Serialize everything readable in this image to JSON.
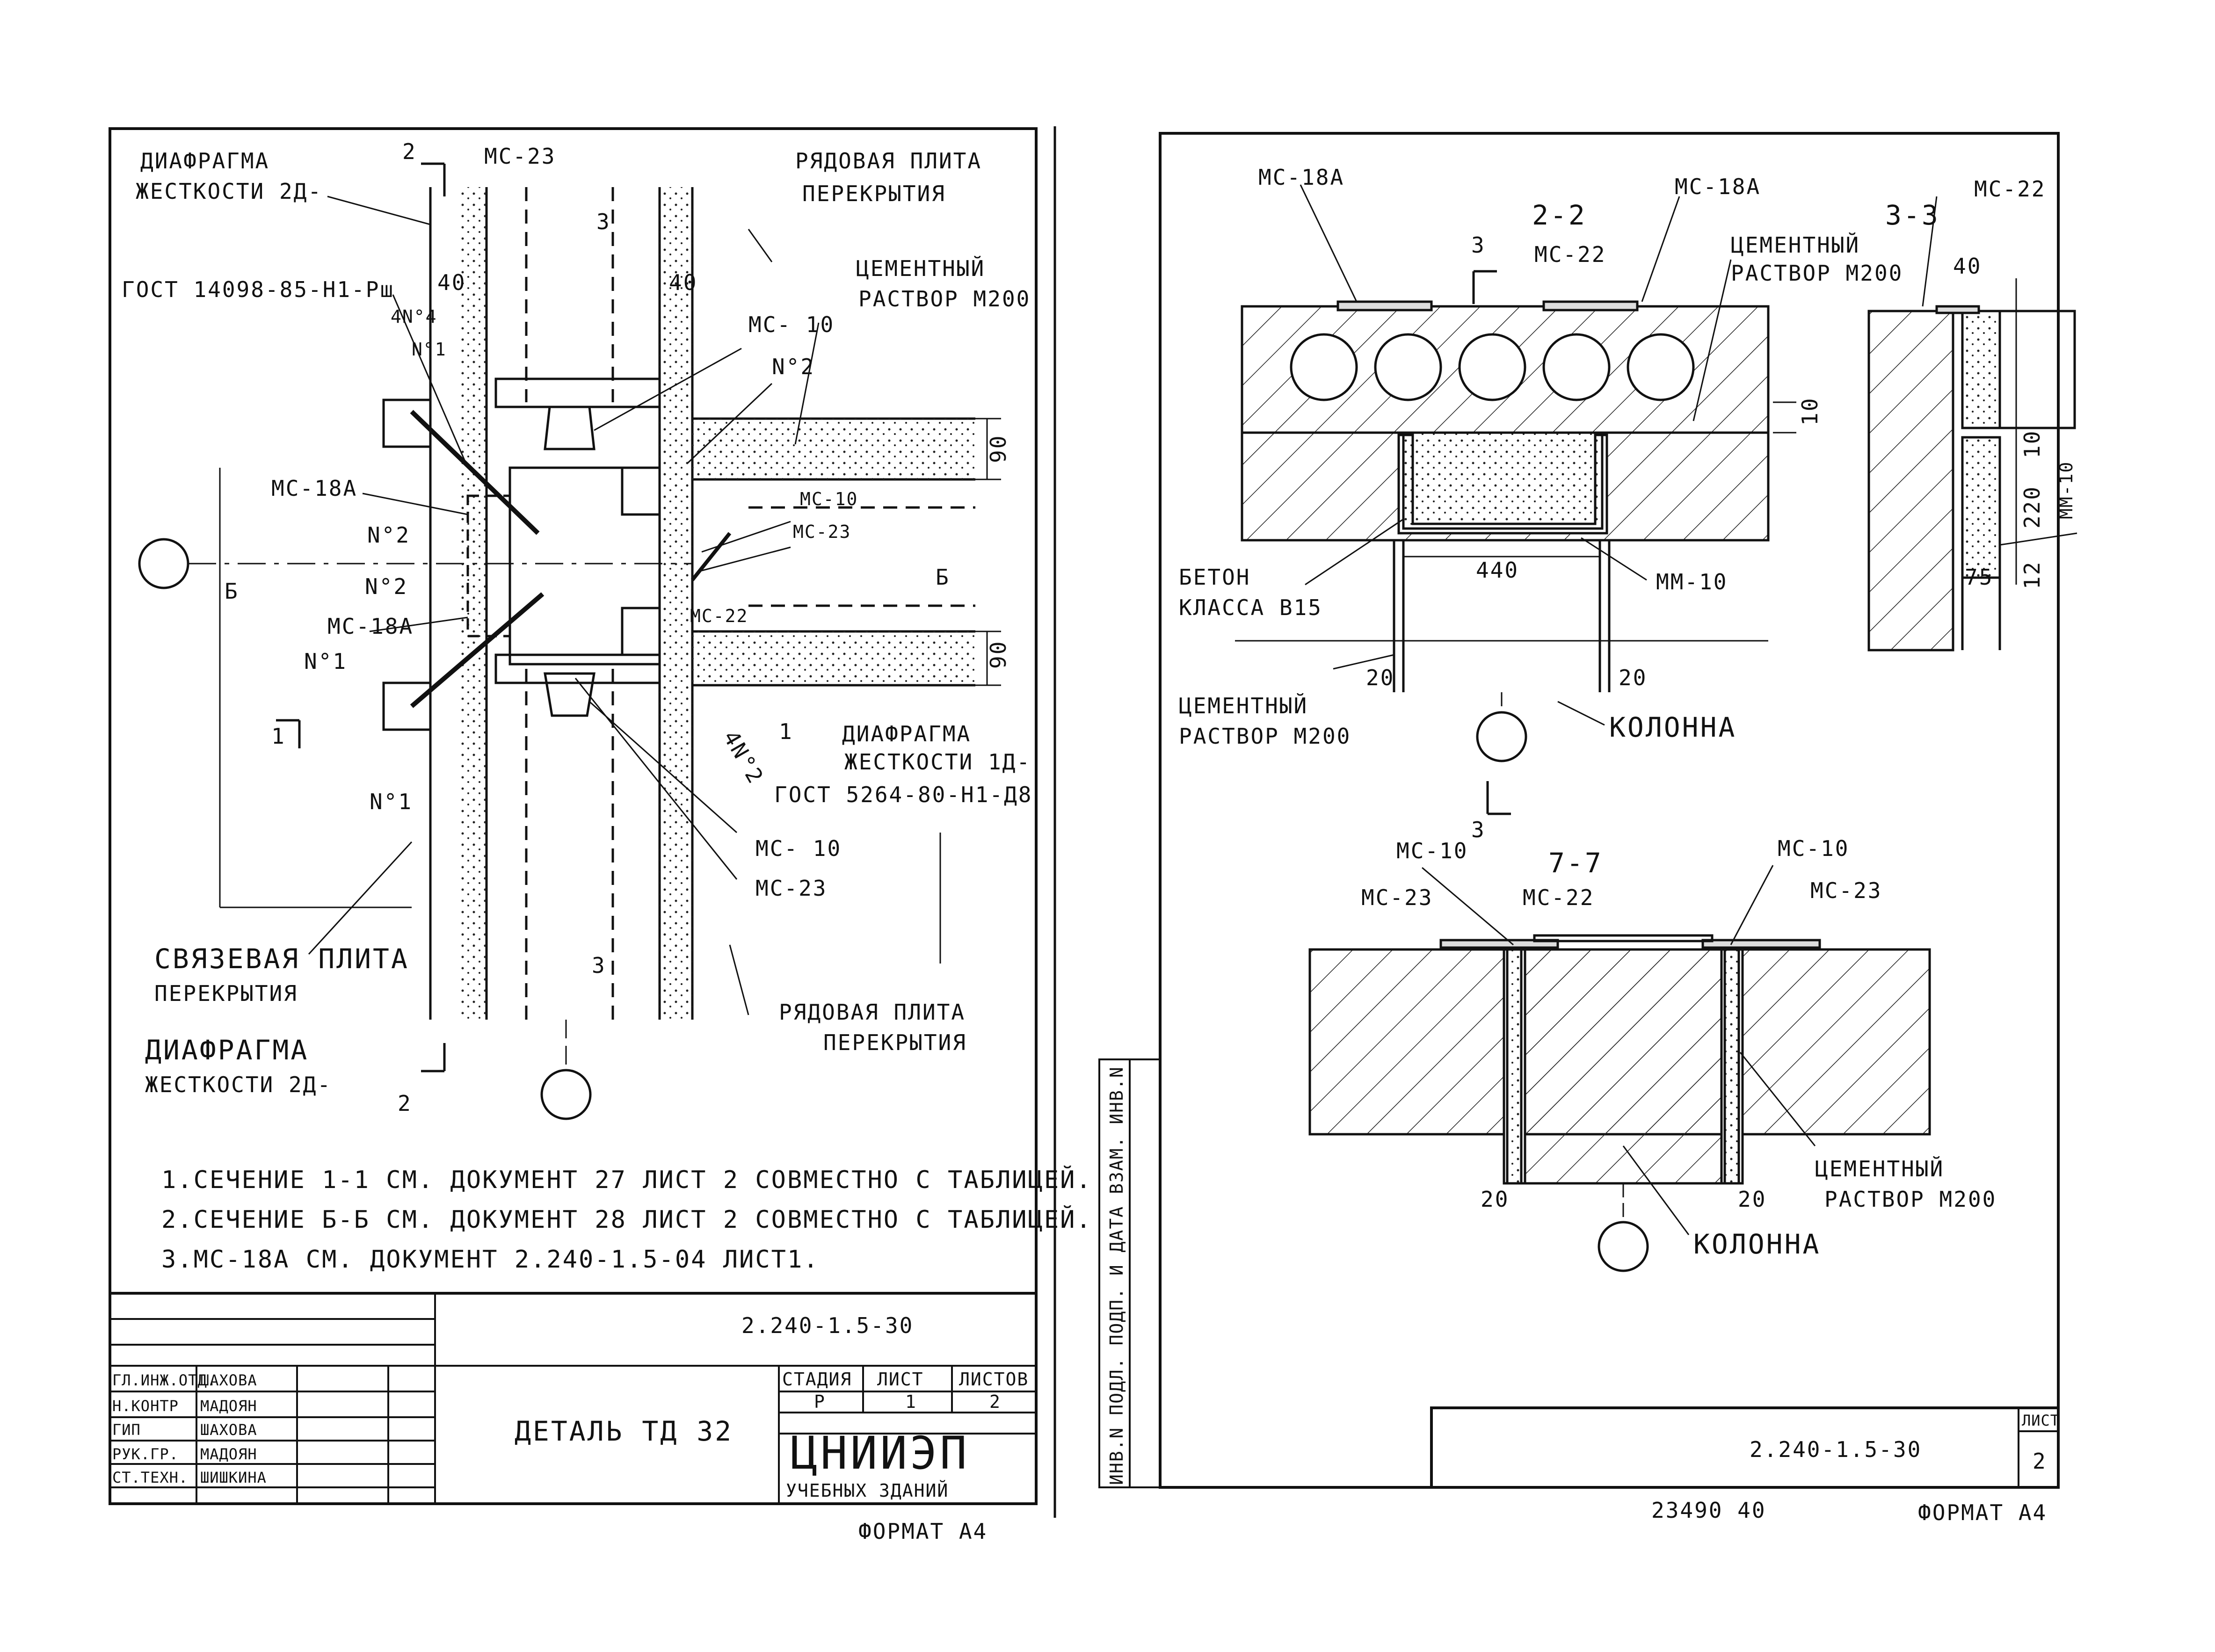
{
  "left_sheet": {
    "labels": {
      "diaphragm_2d_top_1": "ДИАФРАГМА",
      "diaphragm_2d_top_2": "ЖЕСТКОСТИ 2Д-",
      "section_2_top": "2",
      "mc23_top": "МС-23",
      "section_3_top": "3",
      "row_slab_top_1": "РЯДОВАЯ ПЛИТА",
      "row_slab_top_2": "ПЕРЕКРЫТИЯ",
      "cement_top_1": "ЦЕМЕНТНЫЙ",
      "cement_top_2": "РАСТВОР М200",
      "gost_14098": "ГОСТ 14098-85-Н1-Рш",
      "dim_40_left": "40",
      "dim_40_right": "40",
      "n1_top": "N°1",
      "n4_top": "4N°4",
      "mc10_top": "МС- 10",
      "n2_top": "N°2",
      "dim_90_top": "90",
      "mc18a_left": "МС-18А",
      "n2_mid": "N°2",
      "mc10_mid": "МС-10",
      "mc23_mid": "МС-23",
      "b_left": "Б",
      "b_right": "Б",
      "n2_lower": "N°2",
      "mc18a_lower": "МС-18А",
      "n1_lower": "N°1",
      "mc22_mid": "МС-22",
      "dim_90_bottom": "90",
      "section_1_left": "1",
      "section_1_right": "1",
      "n2_4_lower": "4N°2",
      "diaphragm_1d_1": "ДИАФРАГМА",
      "diaphragm_1d_2": "ЖЕСТКОСТИ 1Д-",
      "gost_5264": "ГОСТ 5264-80-Н1-Д8",
      "n1_bottom": "N°1",
      "mc10_bottom": "МС- 10",
      "mc23_bottom": "МС-23",
      "tie_slab_1": "СВЯЗЕВАЯ ПЛИТА",
      "tie_slab_2": "ПЕРЕКРЫТИЯ",
      "section_3_bottom": "3",
      "row_slab_bottom_1": "РЯДОВАЯ ПЛИТА",
      "row_slab_bottom_2": "ПЕРЕКРЫТИЯ",
      "diaphragm_2d_bot_1": "ДИАФРАГМА",
      "diaphragm_2d_bot_2": "ЖЕСТКОСТИ 2Д-",
      "section_2_bottom": "2"
    },
    "notes": [
      "1.СЕЧЕНИЕ 1-1 СМ. ДОКУМЕНТ 27 ЛИСТ 2 СОВМЕСТНО С ТАБЛИЦЕЙ.",
      "2.СЕЧЕНИЕ Б-Б СМ. ДОКУМЕНТ 28 ЛИСТ 2 СОВМЕСТНО С ТАБЛИЦЕЙ.",
      "3.МС-18А СМ. ДОКУМЕНТ 2.240-1.5-04 ЛИСТ1."
    ],
    "title_block": {
      "doc_code": "2.240-1.5-30",
      "title": "ДЕТАЛЬ ТД 32",
      "stage_header": "СТАДИЯ",
      "sheet_header": "ЛИСТ",
      "sheets_header": "ЛИСТОВ",
      "stage_value": "Р",
      "sheet_value": "1",
      "sheets_value": "2",
      "org_logo": "ЦНИИЭП",
      "org_sub": "УЧЕБНЫХ ЗДАНИЙ",
      "staff": [
        {
          "role": "ГЛ.ИНЖ.ОТД.",
          "name": "ШАХОВА"
        },
        {
          "role": "Н.КОНТР",
          "name": "МАДОЯН"
        },
        {
          "role": "ГИП",
          "name": "ШАХОВА"
        },
        {
          "role": "РУК.ГР.",
          "name": "МАДОЯН"
        },
        {
          "role": "СТ.ТЕХН.",
          "name": "ШИШКИНА"
        }
      ],
      "format": "ФОРМАТ А4"
    }
  },
  "right_sheet": {
    "labels": {
      "mc18a_left": "МС-18А",
      "section_22": "2-2",
      "mc18a_right": "МС-18А",
      "section_3_mark": "3",
      "mc22_top": "МС-22",
      "cement_1": "ЦЕМЕНТНЫЙ",
      "cement_2": "РАСТВОР М200",
      "section_33": "3-3",
      "mc22_right": "МС-22",
      "dim_40": "40",
      "dim_10_a": "10",
      "dim_10_b": "10",
      "dim_220": "220",
      "mm10_right": "ММ-10",
      "dim_75": "75",
      "dim_12": "12",
      "concrete_1": "БЕТОН",
      "concrete_2": "КЛАССА В15",
      "dim_440": "440",
      "mm10": "ММ-10",
      "dim_20_left": "20",
      "dim_20_right": "20",
      "cement_b_1": "ЦЕМЕНТНЫЙ",
      "cement_b_2": "РАСТВОР М200",
      "column_top": "КОЛОННА",
      "section_3_lower": "3",
      "mc10_left": "МС-10",
      "section_77": "7-7",
      "mc10_right": "МС-10",
      "mc23_left": "МС-23",
      "mc22_mid": "МС-22",
      "mc23_right": "МС-23",
      "cement_c_1": "ЦЕМЕНТНЫЙ",
      "cement_c_2": "РАСТВОР М200",
      "dim_20_b_left": "20",
      "dim_20_b_right": "20",
      "column_bottom": "КОЛОННА"
    },
    "side_stamp": "ИНВ.N ПОДЛ. ПОДП. И ДАТА ВЗАМ. ИНВ.N",
    "title_block": {
      "doc_code": "2.240-1.5-30",
      "sheet_header": "ЛИСТ",
      "sheet_value": "2"
    },
    "footer_numbers": "23490  40",
    "format": "ФОРМАТ А4"
  }
}
